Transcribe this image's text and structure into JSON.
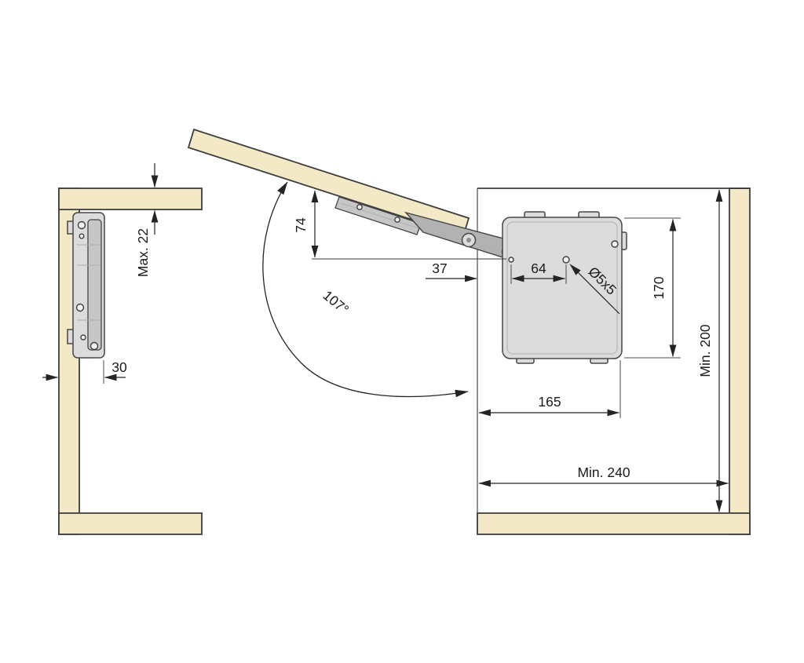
{
  "diagram": {
    "title": "lift-up-flap-mechanism-installation-drawing",
    "colors": {
      "panel_wood": "#F3E9C6",
      "outline": "#3C3C3C",
      "mechanism_light": "#DCDCDC",
      "mechanism_mid": "#C6C6C6",
      "mechanism_dark": "#B2B2B2",
      "dimension": "#242424"
    },
    "dimensions": {
      "max_door_thickness": "Max. 22",
      "front_offset": "30",
      "door_to_axis": "74",
      "opening_angle": "107°",
      "front_to_first_hole": "37",
      "hole_pitch": "64",
      "screw_size": "Ø5x5",
      "unit_height": "170",
      "unit_depth": "165",
      "min_interior_height": "Min. 200",
      "min_interior_depth": "Min. 240"
    }
  }
}
